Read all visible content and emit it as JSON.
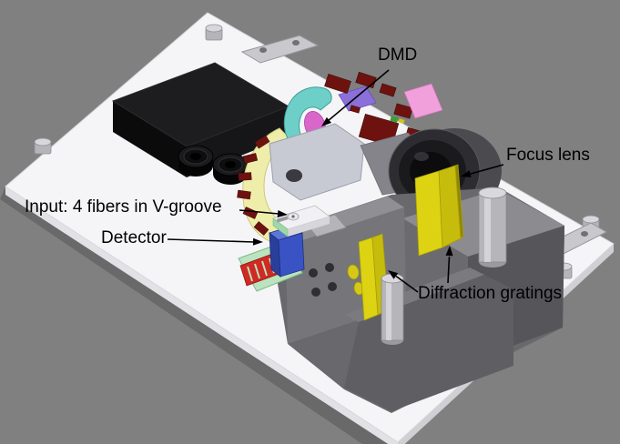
{
  "figure": {
    "description_labels_present": 5,
    "labels": {
      "dmd": "DMD",
      "focus_lens": "Focus lens",
      "input_fibers": "Input: 4 fibers in V-groove",
      "detector": "Detector",
      "diffraction_gratings": "Diffraction gratings"
    },
    "colors": {
      "background": "#808080",
      "baseplate": "#f5f5f7",
      "enclosure_black": "#1d1d1f",
      "mount_gray": "#68686d",
      "lens_dark": "#2d2d31",
      "grating_yellow": "#ddd313",
      "fan_plate_yellow": "#efedaa",
      "dmd_board_red": "#6e1210",
      "cyan_part": "#6ecfc9",
      "magenta_part": "#d966c9",
      "purple_part": "#8a70d8",
      "pink_part": "#f2a0dc",
      "detector_blue": "#3a53c4",
      "vgroove_green": "#9fd8a8",
      "comb_red": "#cf2a24",
      "post_silver": "#b5b5ba"
    }
  }
}
